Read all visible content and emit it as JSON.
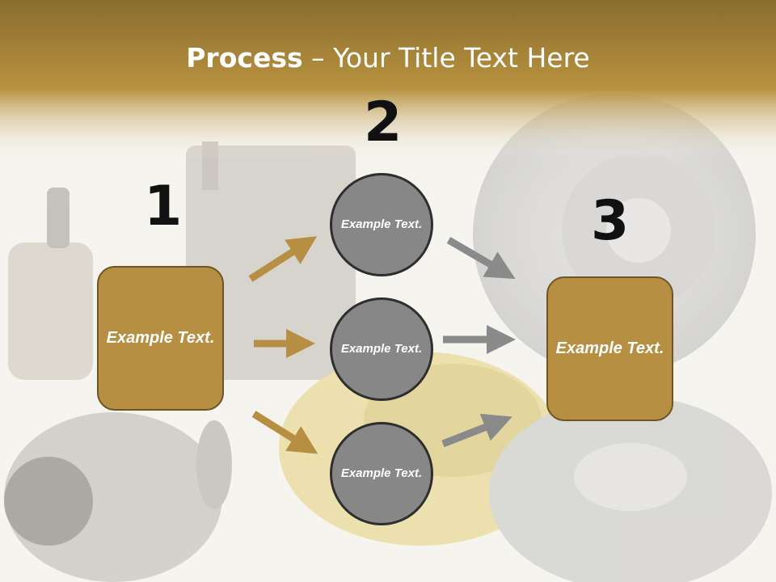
{
  "title": {
    "bold": "Process",
    "rest": " – Your Title Text Here"
  },
  "steps": [
    {
      "number": "1",
      "text": "Example Text."
    },
    {
      "number": "2",
      "items": [
        "Example Text.",
        "Example Text.",
        "Example Text."
      ]
    },
    {
      "number": "3",
      "text": "Example Text."
    }
  ],
  "colors": {
    "header": "#a07e34",
    "box": "#b68f43",
    "circle": "#878787",
    "arrow_gold": "#b68f43",
    "arrow_gray": "#8a8a8a"
  }
}
